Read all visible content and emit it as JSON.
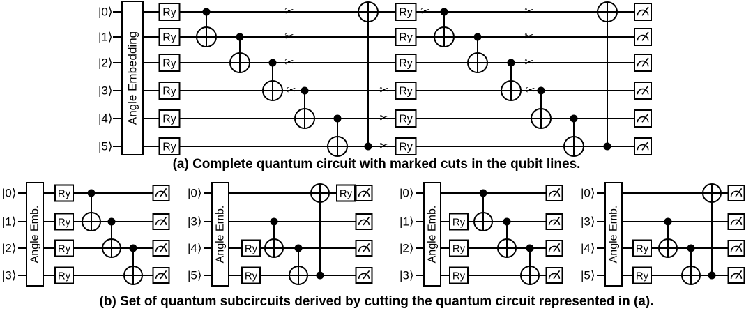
{
  "circuit_a": {
    "qubit_labels": [
      "|0⟩",
      "|1⟩",
      "|2⟩",
      "|3⟩",
      "|4⟩",
      "|5⟩"
    ],
    "embedding_label": "Angle Embedding",
    "gate_label": "Ry",
    "cut_marker": "✂",
    "caption": "(a) Complete quantum circuit with marked cuts in the qubit lines."
  },
  "subcircuits": [
    {
      "qubit_labels": [
        "|0⟩",
        "|1⟩",
        "|2⟩",
        "|3⟩"
      ],
      "embedding_label": "Angle Emb.",
      "gate_label": "Ry"
    },
    {
      "qubit_labels": [
        "|0⟩",
        "|3⟩",
        "|4⟩",
        "|5⟩"
      ],
      "embedding_label": "Angle Emb.",
      "gate_label": "Ry"
    },
    {
      "qubit_labels": [
        "|0⟩",
        "|1⟩",
        "|2⟩",
        "|3⟩"
      ],
      "embedding_label": "Angle Emb.",
      "gate_label": "Ry"
    },
    {
      "qubit_labels": [
        "|0⟩",
        "|3⟩",
        "|4⟩",
        "|5⟩"
      ],
      "embedding_label": "Angle Emb.",
      "gate_label": "Ry"
    }
  ],
  "caption_b": "(b) Set of quantum subcircuits derived by cutting the quantum circuit represented in (a).",
  "colors": {
    "ink": "#000000",
    "cut": "#e02020",
    "background": "#ffffff"
  }
}
